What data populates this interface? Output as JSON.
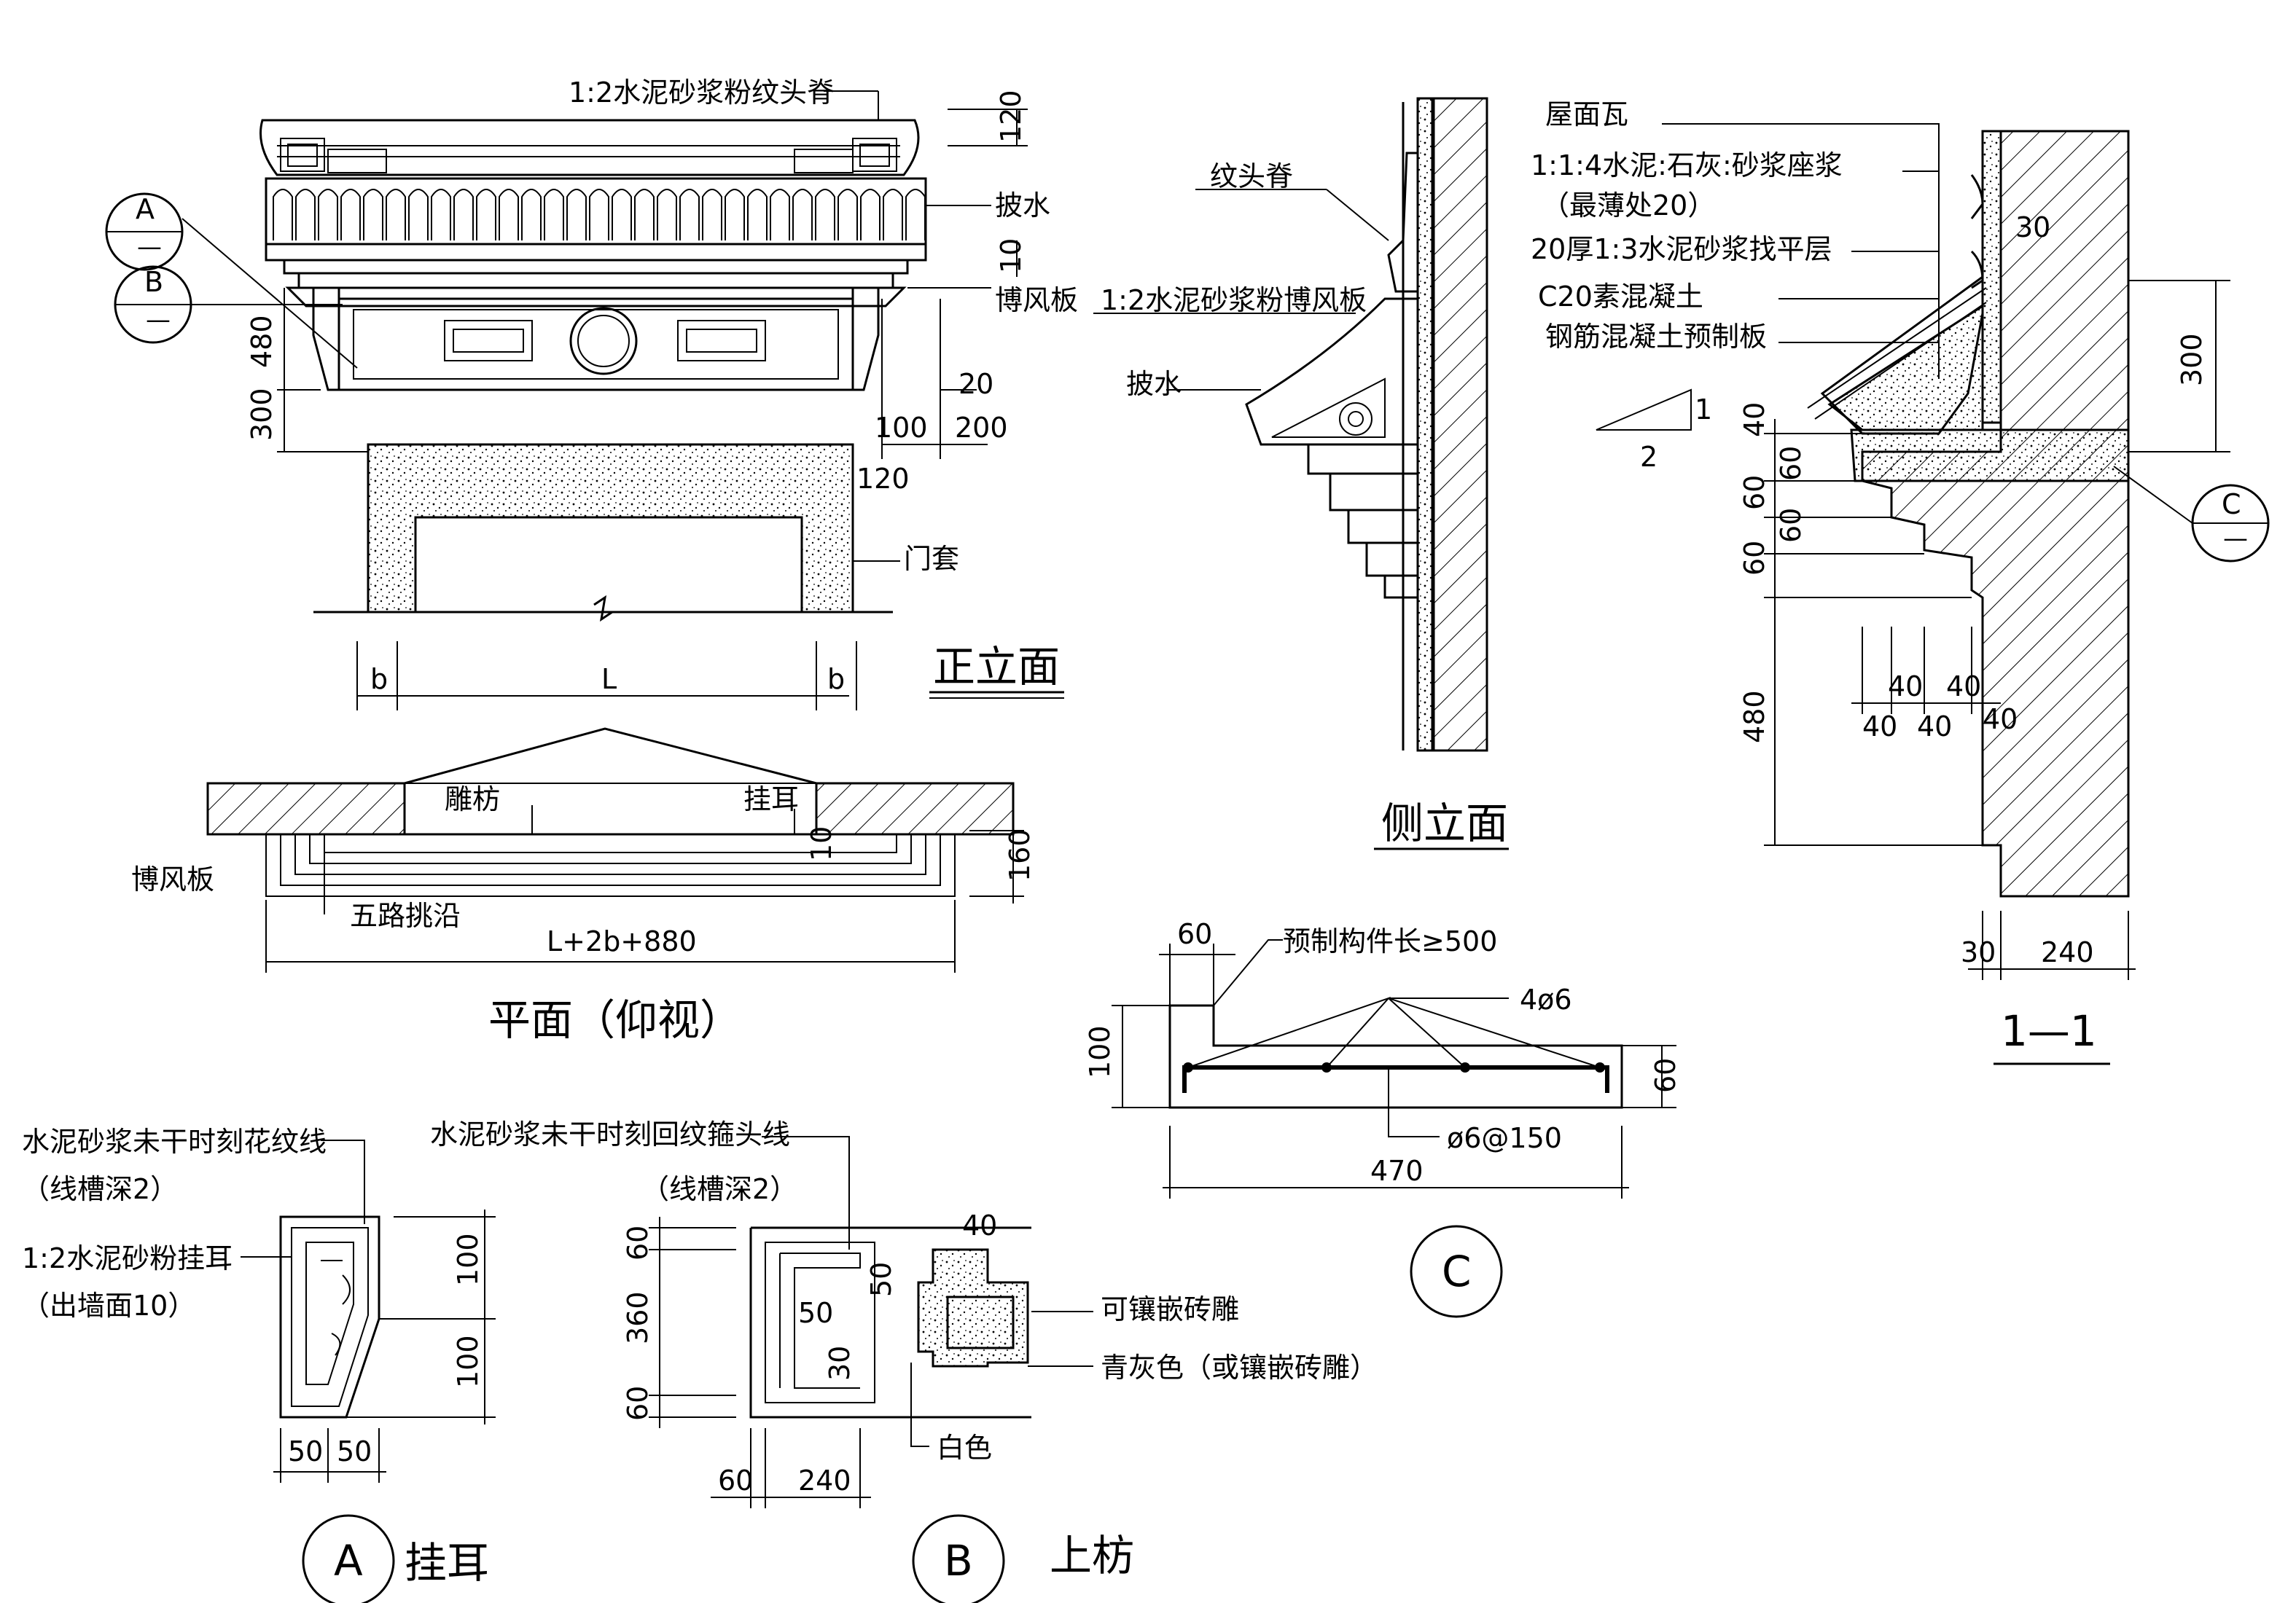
{
  "front_elevation": {
    "title": "正立面",
    "labels": {
      "ridge": "1:2水泥砂浆粉纹头脊",
      "drip": "披水",
      "board": "博风板",
      "door": "门套"
    },
    "callouts": [
      "A",
      "B"
    ],
    "callout_sub": "—",
    "dims": {
      "d120_top": "120",
      "d10": "10",
      "d480": "480",
      "d300": "300",
      "d20": "20",
      "d100": "100",
      "d200": "200",
      "d120_door": "120",
      "b_left": "b",
      "L": "L",
      "b_right": "b"
    }
  },
  "plan": {
    "title": "平面（仰视）",
    "labels": {
      "beam": "雕枋",
      "ear": "挂耳",
      "board": "博风板",
      "eaves": "五路挑沿",
      "total": "L+2b+880"
    },
    "dims": {
      "d10": "10",
      "d160": "160"
    }
  },
  "side_elevation": {
    "title": "侧立面",
    "labels": {
      "ridge": "纹头脊",
      "board": "1:2水泥砂浆粉博风板",
      "drip": "披水"
    }
  },
  "section": {
    "title": "1—1",
    "layers": [
      "屋面瓦",
      "1:1:4水泥:石灰:砂浆座浆",
      "（最薄处20）",
      "20厚1:3水泥砂浆找平层",
      "C20素混凝土",
      "钢筋混凝土预制板"
    ],
    "slope": {
      "rise": "1",
      "run": "2"
    },
    "callout": "C",
    "callout_sub": "—",
    "dims": {
      "d30_top": "30",
      "d300": "300",
      "d40": "40",
      "d60a": "60",
      "d60b": "60",
      "d60c": "60",
      "d60d": "60",
      "d480": "480",
      "d40a": "40",
      "d40b": "40",
      "d40c": "40",
      "d40d": "40",
      "d40e": "40",
      "d30_bot": "30",
      "d240": "240"
    }
  },
  "detail_c": {
    "label": "C",
    "dims": {
      "d60": "60",
      "length": "预制构件长≥500",
      "rebar": "4ø6",
      "d100": "100",
      "d60_right": "60",
      "stirrup": "ø6@150",
      "d470": "470"
    }
  },
  "detail_a": {
    "label": "A",
    "name": "挂耳",
    "notes": [
      "水泥砂浆未干时刻花纹线",
      "（线槽深2）",
      "1:2水泥砂粉挂耳",
      "（出墙面10）"
    ],
    "dims": {
      "d100a": "100",
      "d100b": "100",
      "d50a": "50",
      "d50b": "50"
    }
  },
  "detail_b": {
    "label": "B",
    "name": "上枋",
    "notes": [
      "水泥砂浆未干时刻回纹箍头线",
      "（线槽深2）"
    ],
    "labels": {
      "brick": "可镶嵌砖雕",
      "grey": "青灰色（或镶嵌砖雕）",
      "white": "白色"
    },
    "dims": {
      "d60a": "60",
      "d360": "360",
      "d60b": "60",
      "d40": "40",
      "d50a": "50",
      "d50b": "50",
      "d30": "30",
      "d60c": "60",
      "d240": "240"
    }
  }
}
